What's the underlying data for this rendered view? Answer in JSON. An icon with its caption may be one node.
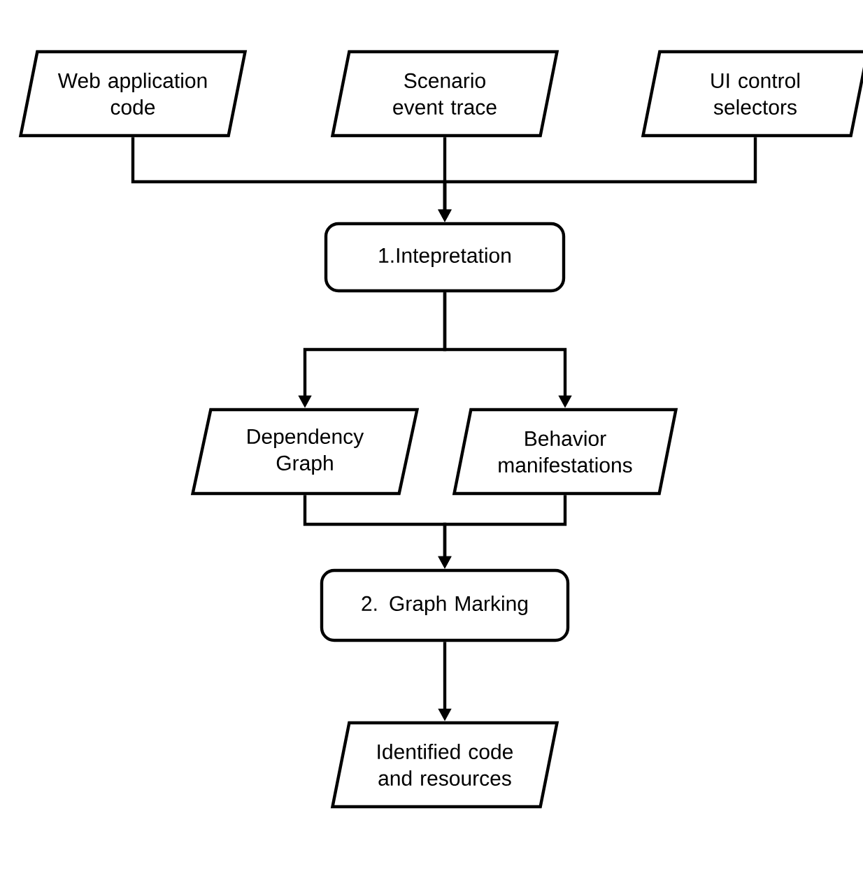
{
  "diagram": {
    "nodes": [
      {
        "text": [
          "Web application code"
        ]
      },
      {
        "text": [
          "Scenario event trace"
        ]
      },
      {
        "text": [
          "UI control selectors"
        ]
      },
      {
        "text": [
          "1.Intepretation"
        ]
      },
      {
        "text": [
          "Dependency Graph"
        ]
      },
      {
        "text": [
          "Behavior manifestations"
        ]
      },
      {
        "text": [
          "2. Graph Marking"
        ]
      },
      {
        "text": [
          "Identified code and resources"
        ]
      }
    ],
    "edges": [
      {
        "from": 0,
        "to": 3,
        "arrow": "to"
      },
      {
        "from": 1,
        "to": 3,
        "arrow": "to"
      },
      {
        "from": 2,
        "to": 3,
        "arrow": "to"
      },
      {
        "from": 3,
        "to": 4,
        "arrow": "to"
      },
      {
        "from": 3,
        "to": 5,
        "arrow": "to"
      },
      {
        "from": 4,
        "to": 6,
        "arrow": "to"
      },
      {
        "from": 5,
        "to": 6,
        "arrow": "to"
      },
      {
        "from": 6,
        "to": 7,
        "arrow": "to"
      }
    ]
  }
}
